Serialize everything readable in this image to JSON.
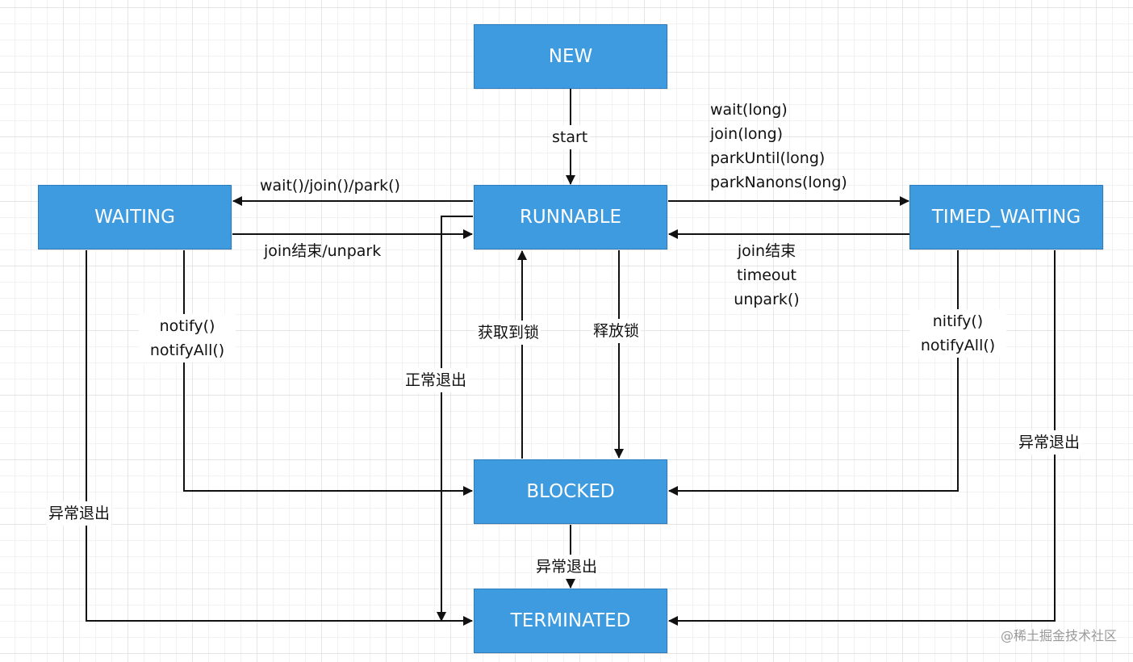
{
  "states": {
    "new": "NEW",
    "runnable": "RUNNABLE",
    "waiting": "WAITING",
    "timed_waiting": "TIMED_WAITING",
    "blocked": "BLOCKED",
    "terminated": "TERMINATED"
  },
  "transitions": {
    "start": "start",
    "to_waiting": "wait()/join()/park()",
    "waiting_to_runnable": "join结束/unpark",
    "to_timed_waiting": [
      "wait(long)",
      "join(long)",
      "parkUntil(long)",
      "parkNanons(long)"
    ],
    "timed_waiting_to_runnable": [
      "join结束",
      "timeout",
      "unpark()"
    ],
    "waiting_notify": [
      "notify()",
      "notifyAll()"
    ],
    "timed_notify": [
      "nitify()",
      "notifyAll()"
    ],
    "acquire_lock": "获取到锁",
    "release_lock": "释放锁",
    "normal_exit": "正常退出",
    "abnormal_exit_waiting": "异常退出",
    "abnormal_exit_blocked": "异常退出",
    "abnormal_exit_timed": "异常退出"
  },
  "watermark": "@稀土掘金技术社区",
  "colors": {
    "state_fill": "#3f9be0",
    "state_text": "#ffffff",
    "line": "#111111"
  }
}
